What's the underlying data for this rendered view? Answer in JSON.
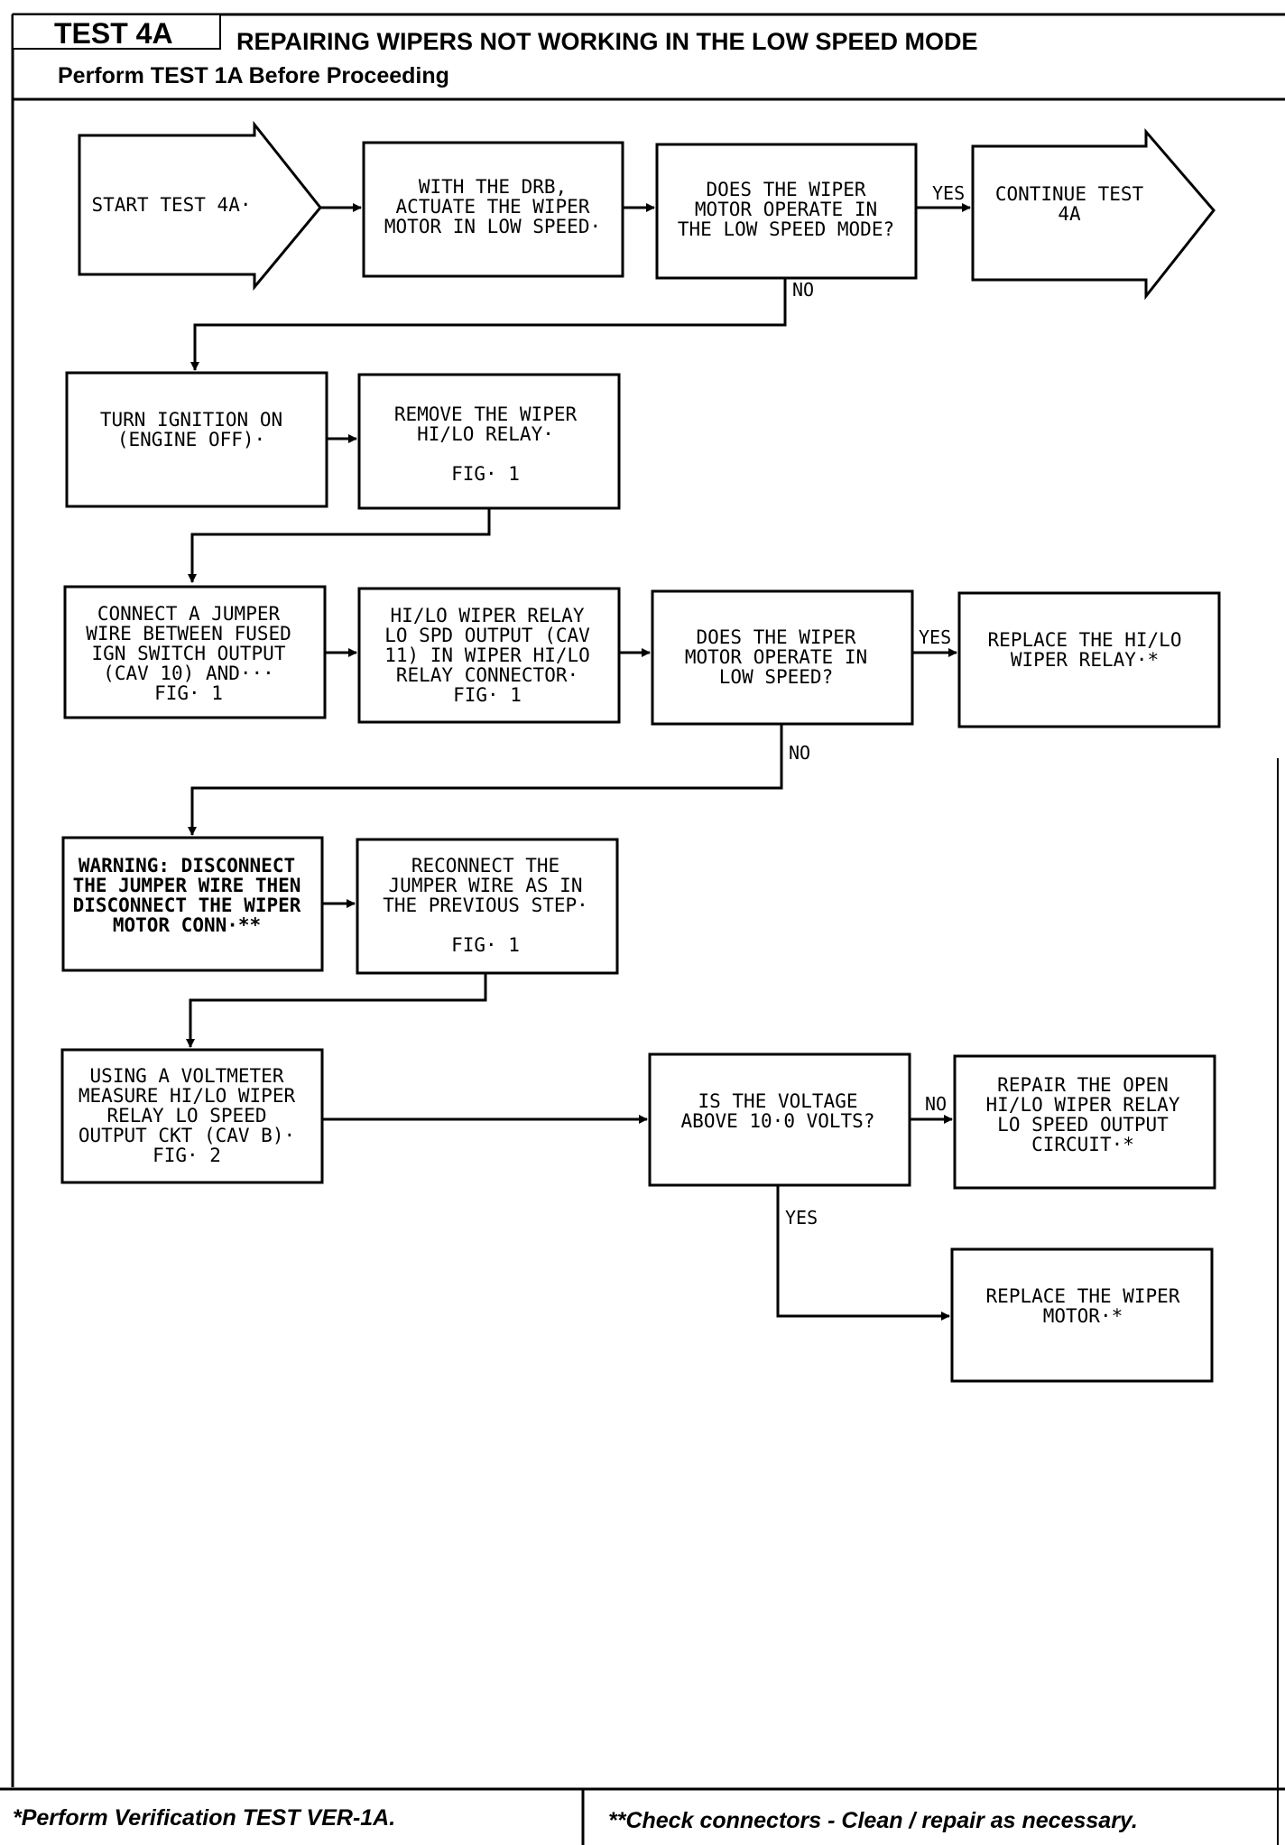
{
  "header": {
    "test_id": "TEST 4A",
    "title": "REPAIRING WIPERS NOT WORKING IN THE LOW SPEED MODE",
    "subtitle": "Perform TEST 1A Before Proceeding"
  },
  "nodes": {
    "start": [
      "START TEST 4A·"
    ],
    "actuate": [
      "WITH THE DRB,",
      "ACTUATE THE WIPER",
      "MOTOR IN LOW SPEED·"
    ],
    "q1": [
      "DOES THE WIPER",
      "MOTOR OPERATE IN",
      "THE LOW SPEED MODE?"
    ],
    "continue": [
      "CONTINUE TEST",
      "4A"
    ],
    "ignition": [
      "TURN IGNITION ON",
      "(ENGINE OFF)·"
    ],
    "remove": [
      "REMOVE THE WIPER",
      "HI/LO RELAY·",
      "",
      "FIG· 1"
    ],
    "jumper": [
      "CONNECT A JUMPER",
      "WIRE BETWEEN FUSED",
      "IGN SWITCH OUTPUT",
      "(CAV 10) AND···",
      "FIG· 1"
    ],
    "relay_out": [
      "HI/LO WIPER RELAY",
      "LO SPD OUTPUT (CAV",
      "11) IN WIPER HI/LO",
      "RELAY CONNECTOR·",
      "FIG· 1"
    ],
    "q2": [
      "DOES THE WIPER",
      "MOTOR OPERATE IN",
      "LOW SPEED?"
    ],
    "replace_relay": [
      "REPLACE THE HI/LO",
      "WIPER RELAY·*"
    ],
    "warning": [
      "WARNING: DISCONNECT",
      "THE JUMPER WIRE THEN",
      "DISCONNECT THE WIPER",
      "MOTOR CONN·**"
    ],
    "reconnect": [
      "RECONNECT THE",
      "JUMPER WIRE AS IN",
      "THE PREVIOUS STEP·",
      "",
      "FIG· 1"
    ],
    "voltmeter": [
      "USING A VOLTMETER",
      "MEASURE HI/LO WIPER",
      "RELAY LO SPEED",
      "OUTPUT CKT (CAV B)·",
      "FIG· 2"
    ],
    "q3": [
      "IS THE VOLTAGE",
      "ABOVE 10·0 VOLTS?"
    ],
    "repair": [
      "REPAIR THE OPEN",
      "HI/LO WIPER RELAY",
      "LO SPEED OUTPUT",
      "CIRCUIT·*"
    ],
    "replace_motor": [
      "REPLACE THE WIPER",
      "MOTOR·*"
    ]
  },
  "labels": {
    "yes": "YES",
    "no": "NO"
  },
  "footer": {
    "left": "*Perform Verification TEST VER-1A.",
    "right": "**Check connectors - Clean / repair as necessary."
  }
}
